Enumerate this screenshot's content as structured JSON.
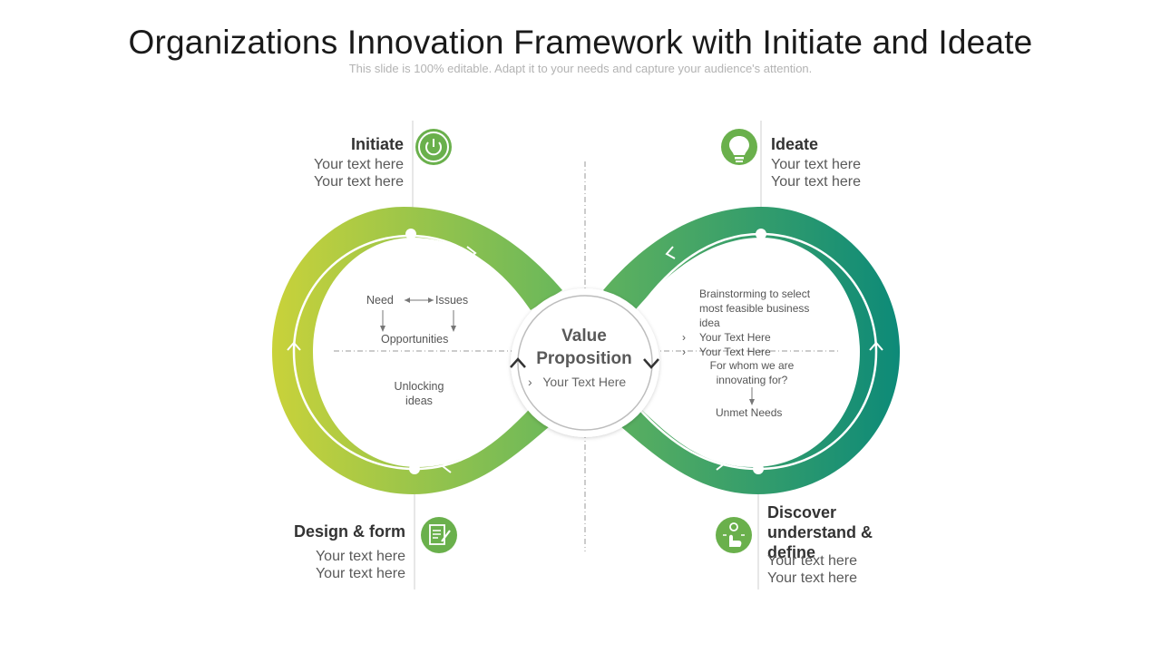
{
  "slide": {
    "title": "Organizations Innovation Framework with Initiate and Ideate",
    "subtitle": "This slide is 100% editable. Adapt it to your needs and capture your audience's attention."
  },
  "colors": {
    "gradient_left": "#c9d23a",
    "gradient_mid": "#6cb85a",
    "gradient_right": "#0d8a78",
    "icon_green": "#6ab04c"
  },
  "stages": {
    "initiate": {
      "title": "Initiate",
      "line1": "Your text here",
      "line2": "Your text here",
      "icon": "power-icon"
    },
    "ideate": {
      "title": "Ideate",
      "line1": "Your text here",
      "line2": "Your text here",
      "icon": "lightbulb-icon"
    },
    "design": {
      "title": "Design & form",
      "line1": "Your text here",
      "line2": "Your text here",
      "icon": "document-pen-icon"
    },
    "discover": {
      "title": "Discover understand & define",
      "line1": "Your text here",
      "line2": "Your text here",
      "icon": "hand-gear-icon"
    }
  },
  "left_loop": {
    "need": "Need",
    "issues": "Issues",
    "opportunities": "Opportunities",
    "unlocking": "Unlocking ideas"
  },
  "right_loop": {
    "brainstorm": "Brainstorming to select most feasible business idea",
    "bullet1": "Your Text Here",
    "bullet2": "Your Text Here",
    "for_whom": "For whom we are innovating for?",
    "unmet": "Unmet Needs"
  },
  "center": {
    "title": "Value Proposition",
    "bullet": "Your Text Here"
  }
}
